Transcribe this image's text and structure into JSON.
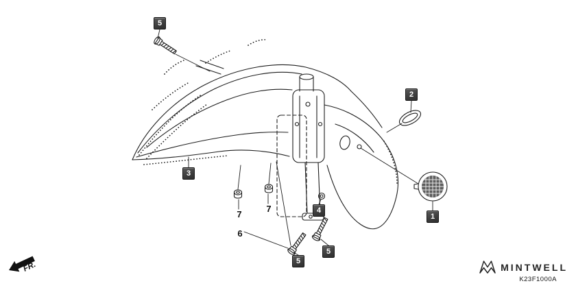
{
  "diagram": {
    "fr_label": "FR.",
    "callouts": [
      "5",
      "2",
      "3",
      "4",
      "1",
      "5",
      "5"
    ],
    "part_labels": [
      "7",
      "7",
      "6"
    ]
  },
  "branding": {
    "logo_text": "MINTWELL",
    "part_code": "K23F1000A"
  },
  "colors": {
    "background": "#ffffff",
    "line": "#1c1c1c",
    "callout_bg": "#3c3c3c",
    "callout_text": "#ffffff",
    "reflector_fill": "#5d5d5d"
  }
}
